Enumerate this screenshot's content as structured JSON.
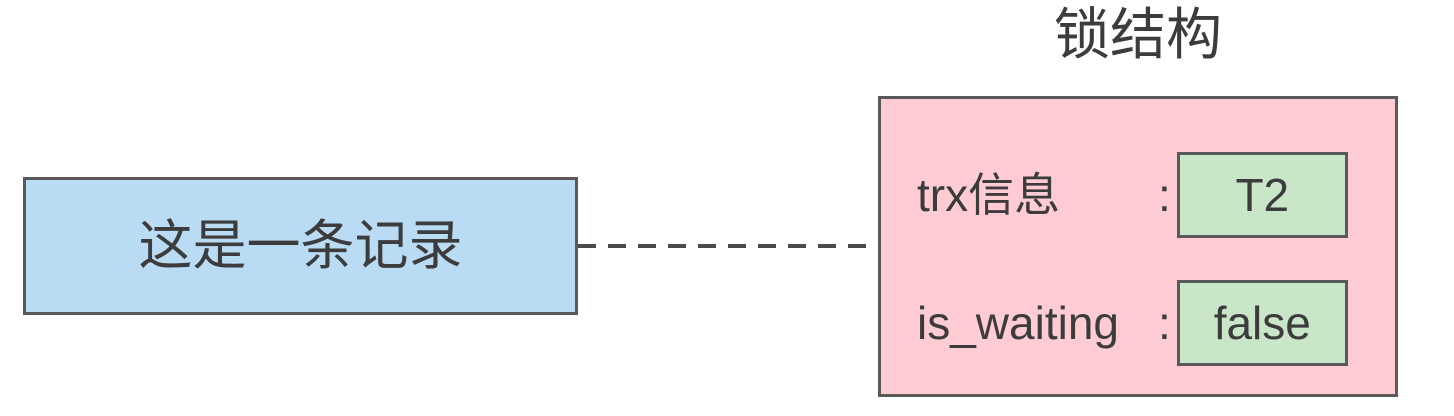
{
  "diagram": {
    "record_box": {
      "label": "这是一条记录"
    },
    "lock_structure": {
      "title": "锁结构",
      "fields": [
        {
          "label": "trx信息",
          "separator": ":",
          "value": "T2"
        },
        {
          "label": "is_waiting",
          "separator": ":",
          "value": "false"
        }
      ]
    },
    "colors": {
      "record_fill": "#b9dbf4",
      "lock_fill": "#ffccd3",
      "value_fill": "#c9e6c8",
      "border": "#595959",
      "text": "#3c3c3c",
      "connector": "#4a4a4a",
      "background": "#ffffff"
    }
  }
}
